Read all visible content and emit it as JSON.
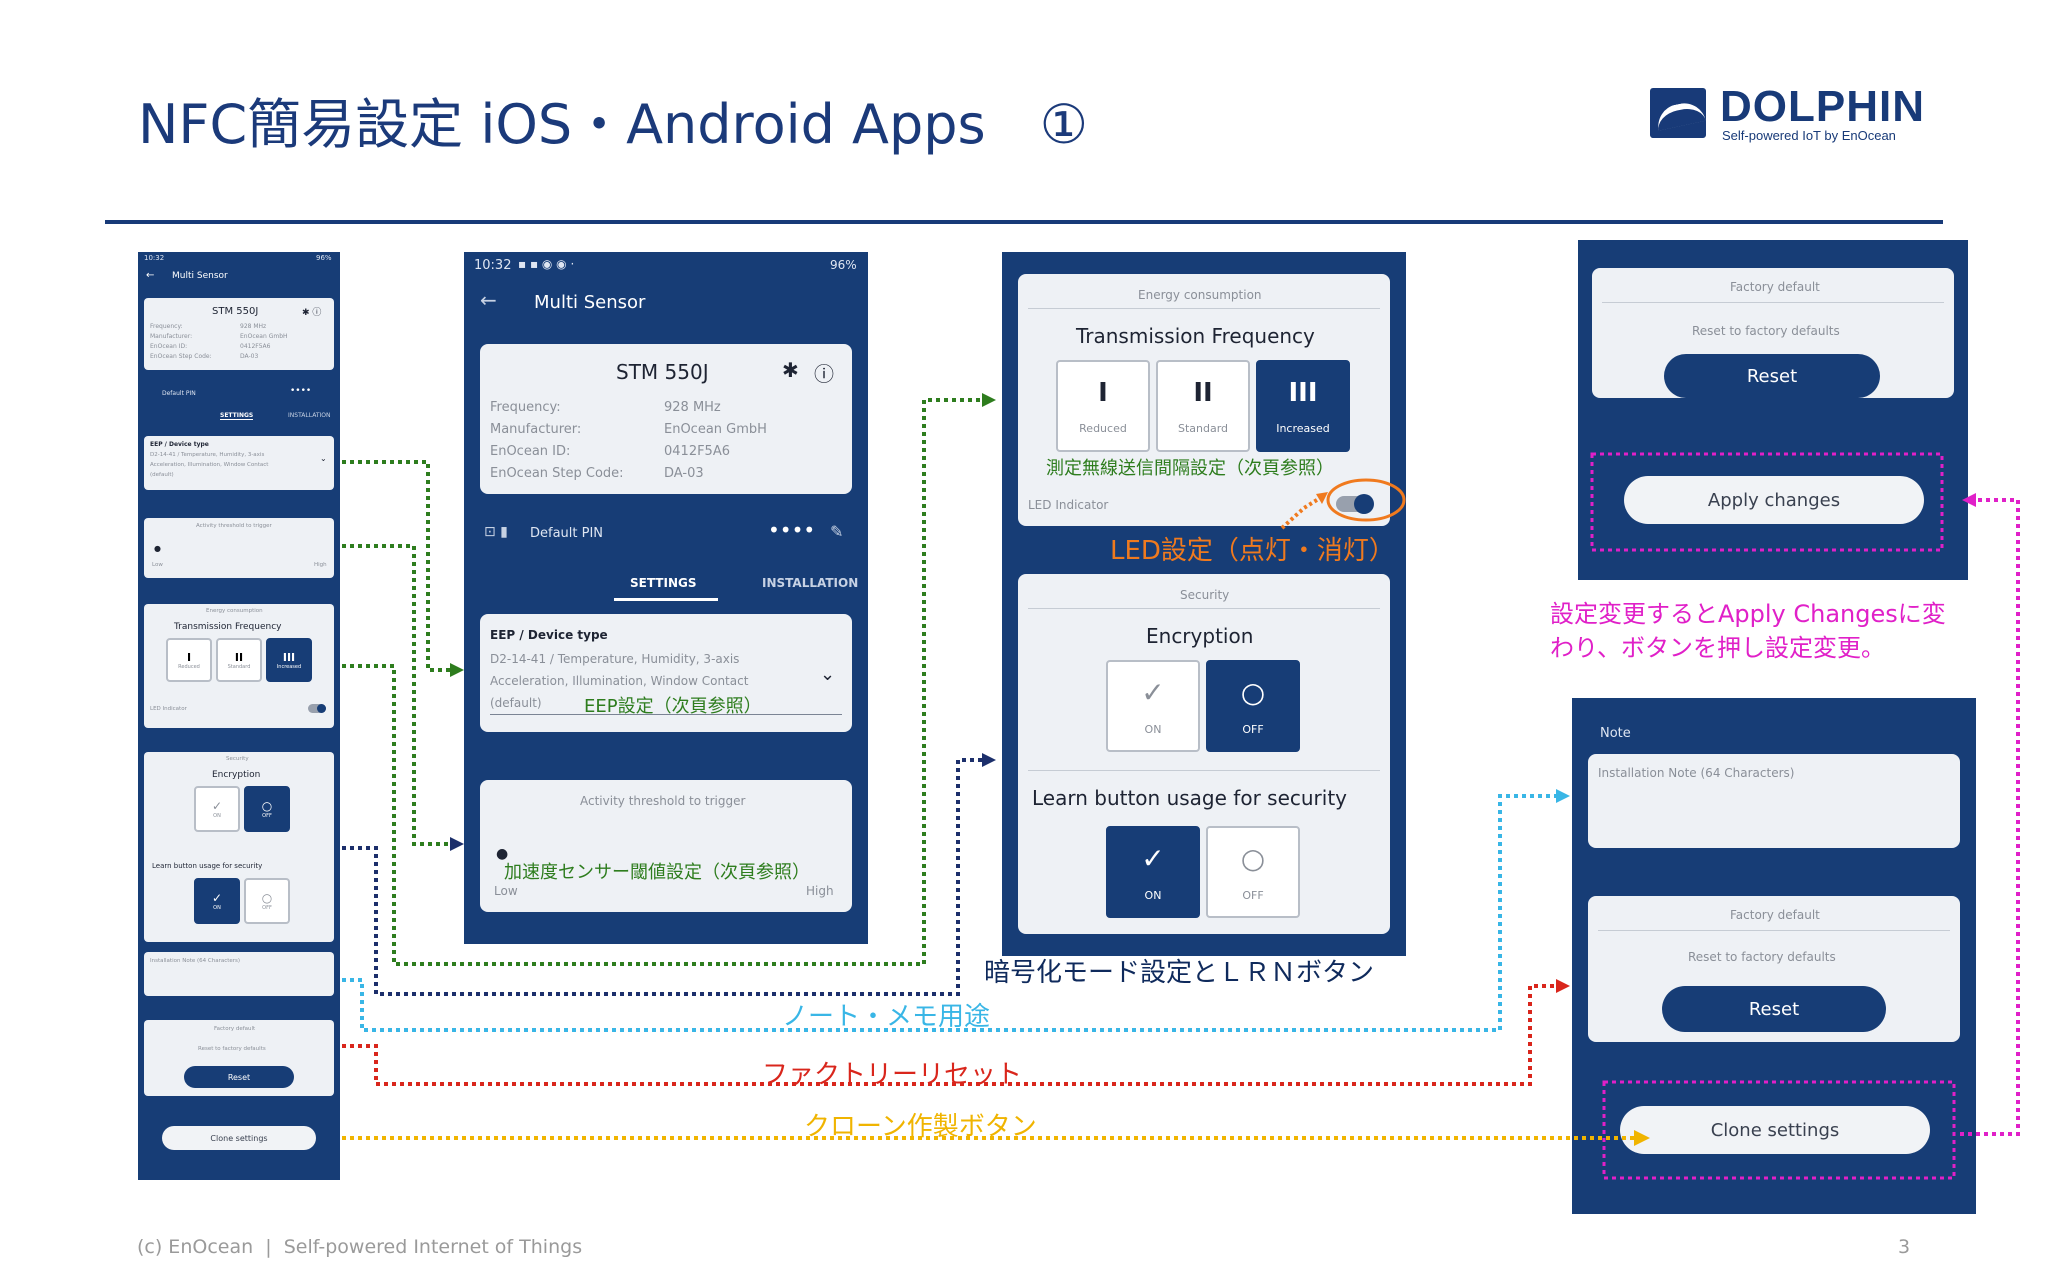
{
  "slide": {
    "title": "NFC簡易設定 iOS・Android Apps　①",
    "logo_word": "DOLPHIN",
    "logo_tagline": "Self-powered IoT by EnOcean",
    "footer_text": "(c) EnOcean  |  Self-powered Internet of Things",
    "page_number": "3"
  },
  "phone_small": {
    "status_time": "10:32",
    "status_right": "96%",
    "screen_title": "Multi Sensor",
    "device_name": "STM 550J",
    "info": [
      {
        "label": "Frequency:",
        "value": "928 MHz"
      },
      {
        "label": "Manufacturer:",
        "value": "EnOcean GmbH"
      },
      {
        "label": "EnOcean ID:",
        "value": "0412F5A6"
      },
      {
        "label": "EnOcean Step Code:",
        "value": "DA-03"
      }
    ],
    "pin_label": "Default PIN",
    "pin_mask": "••••",
    "tab_settings": "SETTINGS",
    "tab_installation": "INSTALLATION",
    "eep_title": "EEP / Device type",
    "eep_line1": "D2-14-41 / Temperature, Humidity, 3-axis",
    "eep_line2": "Acceleration, Illumination, Window Contact",
    "eep_line3": "(default)",
    "activity_title": "Activity threshold to trigger",
    "low": "Low",
    "high": "High",
    "energy_title": "Energy consumption",
    "tx_title": "Transmission Frequency",
    "tx_reduced": "Reduced",
    "tx_standard": "Standard",
    "tx_increased": "Increased",
    "led_label": "LED Indicator",
    "security_title": "Security",
    "encryption_title": "Encryption",
    "on": "ON",
    "off": "OFF",
    "learn_title": "Learn button usage for security",
    "note_placeholder": "Installation Note (64 Characters)",
    "factory_title": "Factory default",
    "factory_sub": "Reset to factory defaults",
    "reset_label": "Reset",
    "clone_label": "Clone settings"
  },
  "phone_main": {
    "status_time": "10:32",
    "status_right": "96%",
    "screen_title": "Multi Sensor",
    "device_name": "STM 550J",
    "info": [
      {
        "label": "Frequency:",
        "value": "928 MHz"
      },
      {
        "label": "Manufacturer:",
        "value": "EnOcean GmbH"
      },
      {
        "label": "EnOcean ID:",
        "value": "0412F5A6"
      },
      {
        "label": "EnOcean Step Code:",
        "value": "DA-03"
      }
    ],
    "pin_label": "Default PIN",
    "pin_mask": "••••",
    "tab_settings": "SETTINGS",
    "tab_installation": "INSTALLATION",
    "eep_title": "EEP / Device type",
    "eep_line1": "D2-14-41 / Temperature, Humidity, 3-axis",
    "eep_line2": "Acceleration, Illumination, Window Contact",
    "eep_line3": "(default)",
    "activity_title": "Activity threshold to trigger",
    "low": "Low",
    "high": "High"
  },
  "phone_energy": {
    "energy_title": "Energy consumption",
    "tx_title": "Transmission Frequency",
    "tx_reduced": "Reduced",
    "tx_standard": "Standard",
    "tx_increased": "Increased",
    "led_label": "LED Indicator",
    "security_title": "Security",
    "encryption_title": "Encryption",
    "on": "ON",
    "off": "OFF",
    "learn_title": "Learn button usage for security"
  },
  "phone_apply": {
    "factory_title": "Factory default",
    "factory_sub": "Reset to factory defaults",
    "reset_label": "Reset",
    "apply_label": "Apply changes"
  },
  "phone_note": {
    "note_heading": "Note",
    "note_placeholder": "Installation Note (64 Characters)",
    "factory_title": "Factory default",
    "factory_sub": "Reset to factory defaults",
    "reset_label": "Reset",
    "clone_label": "Clone settings"
  },
  "annotations": {
    "tx_note": "測定無線送信間隔設定（次頁参照）",
    "led_note": "LED設定（点灯・消灯）",
    "eep_note": "EEP設定（次頁参照）",
    "accel_note": "加速度センサー閾値設定（次頁参照）",
    "encryption_note": "暗号化モード設定とＬＲＮボタン",
    "memo_note": "ノート・メモ用途",
    "factory_note": "ファクトリーリセット",
    "clone_note": "クローン作製ボタン",
    "apply_note_line1": "設定変更するとApply Changesに変",
    "apply_note_line2": "わり、ボタンを押し設定変更。"
  },
  "colors": {
    "brand_navy": "#173d76",
    "title_blue": "#1b3a7a",
    "green": "#2e7d1e",
    "orange": "#f07a1e",
    "navy_dots": "#1c2f6b",
    "cyan": "#39b6e6",
    "red": "#d9261c",
    "yellow": "#f0b400",
    "magenta": "#e020c8"
  }
}
